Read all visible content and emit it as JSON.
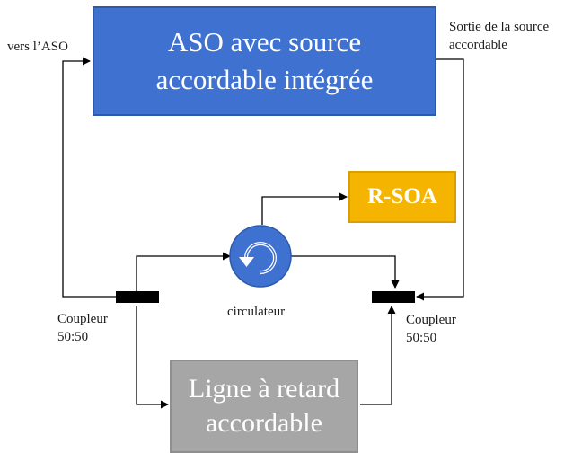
{
  "boxes": {
    "aso": {
      "line1": "ASO avec source",
      "line2": "accordable intégrée"
    },
    "rsoa": {
      "label": "R-SOA"
    },
    "delay_line": {
      "line1": "Ligne à retard",
      "line2": "accordable"
    }
  },
  "labels": {
    "to_aso": "vers l’ASO",
    "source_output": {
      "line1": "Sortie de la source",
      "line2": "accordable"
    },
    "circulator": "circulateur",
    "coupler_left": {
      "line1": "Coupleur",
      "line2": "50:50"
    },
    "coupler_right": {
      "line1": "Coupleur",
      "line2": "50:50"
    }
  },
  "colors": {
    "aso_box": "#3f72d0",
    "rsoa_box": "#f5b400",
    "delay_box": "#a6a6a6",
    "circulator": "#3f72d0",
    "coupler": "#000000",
    "line": "#000000"
  },
  "icons": {
    "circulator": "circular-arrow-icon"
  }
}
